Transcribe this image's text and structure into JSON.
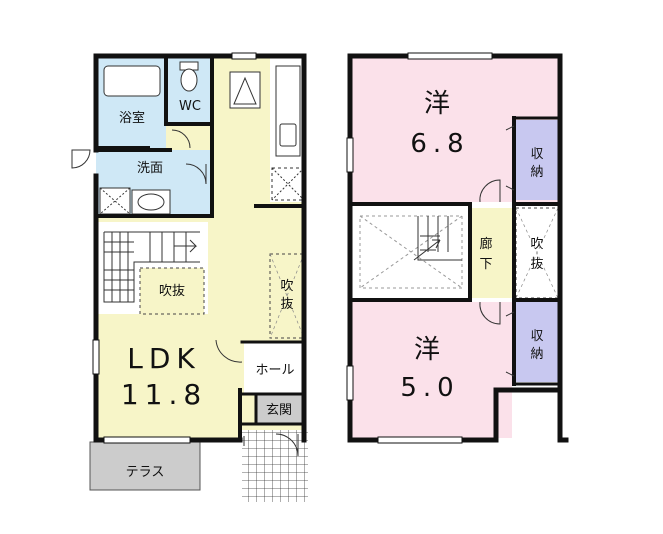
{
  "ground_floor": {
    "bath": "浴室",
    "wc": "WC",
    "washroom": "洗面",
    "void": "吹抜",
    "void_side": [
      "吹",
      "抜"
    ],
    "ldk_label": "LDK",
    "ldk_size": "11.8",
    "hall": "ホール",
    "entrance": "玄関",
    "terrace": "テラス"
  },
  "upper_floor": {
    "room1_label": "洋",
    "room1_size": "6.8",
    "room2_label": "洋",
    "room2_size": "5.0",
    "storage1": [
      "収",
      "納"
    ],
    "storage2": [
      "収",
      "納"
    ],
    "corridor": [
      "廊",
      "下"
    ],
    "void": [
      "吹",
      "抜"
    ]
  },
  "colors": {
    "ldk": "#f7f5c8",
    "bath": "#cfe8f6",
    "bedroom": "#fbe1ea",
    "storage": "#c8c8f0",
    "corridor": "#f7f5c8",
    "terrace": "#cccccc",
    "wall": "#111111"
  }
}
